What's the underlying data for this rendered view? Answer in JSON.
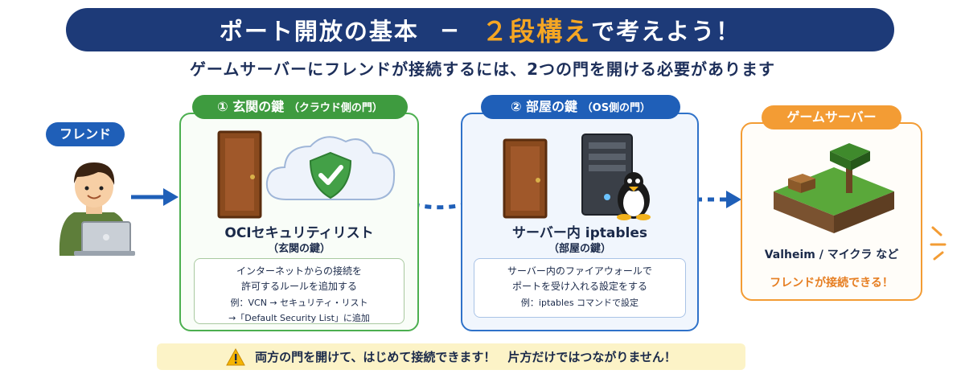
{
  "title": {
    "main": "ポート開放の基本",
    "dash": "−",
    "highlight": "２段構え",
    "tail": "で考えよう！"
  },
  "subtitle": "ゲームサーバーにフレンドが接続するには、2つの門を開ける必要があります",
  "friend": {
    "label": "フレンド"
  },
  "cloud_step": {
    "tab_main": "① 玄関の鍵",
    "tab_sub": "（クラウド側の門）",
    "title": "OCIセキュリティリスト",
    "subtitle": "（玄関の鍵）",
    "note_line1": "インターネットからの接続を",
    "note_line2": "許可するルールを追加する",
    "example_line1": "例：VCN → セキュリティ・リスト",
    "example_line2": "→「Default Security List」に追加"
  },
  "os_step": {
    "tab_main": "② 部屋の鍵",
    "tab_sub": "（OS側の門）",
    "title": "サーバー内 iptables",
    "subtitle": "（部屋の鍵）",
    "note_line1": "サーバー内のファイアウォールで",
    "note_line2": "ポートを受け入れる設定をする",
    "example_line1": "例：iptables コマンドで設定"
  },
  "game": {
    "tab": "ゲームサーバー",
    "name": "Valheim / マイクラ など",
    "status": "フレンドが接続できる！"
  },
  "warning": "両方の門を開けて、はじめて接続できます！　片方だけではつながりません！",
  "colors": {
    "navy": "#1d3a78",
    "accent_orange": "#f5a623",
    "cloud_green": "#3e9b3f",
    "os_blue": "#1f5fb8",
    "game_orange": "#f39c34"
  }
}
